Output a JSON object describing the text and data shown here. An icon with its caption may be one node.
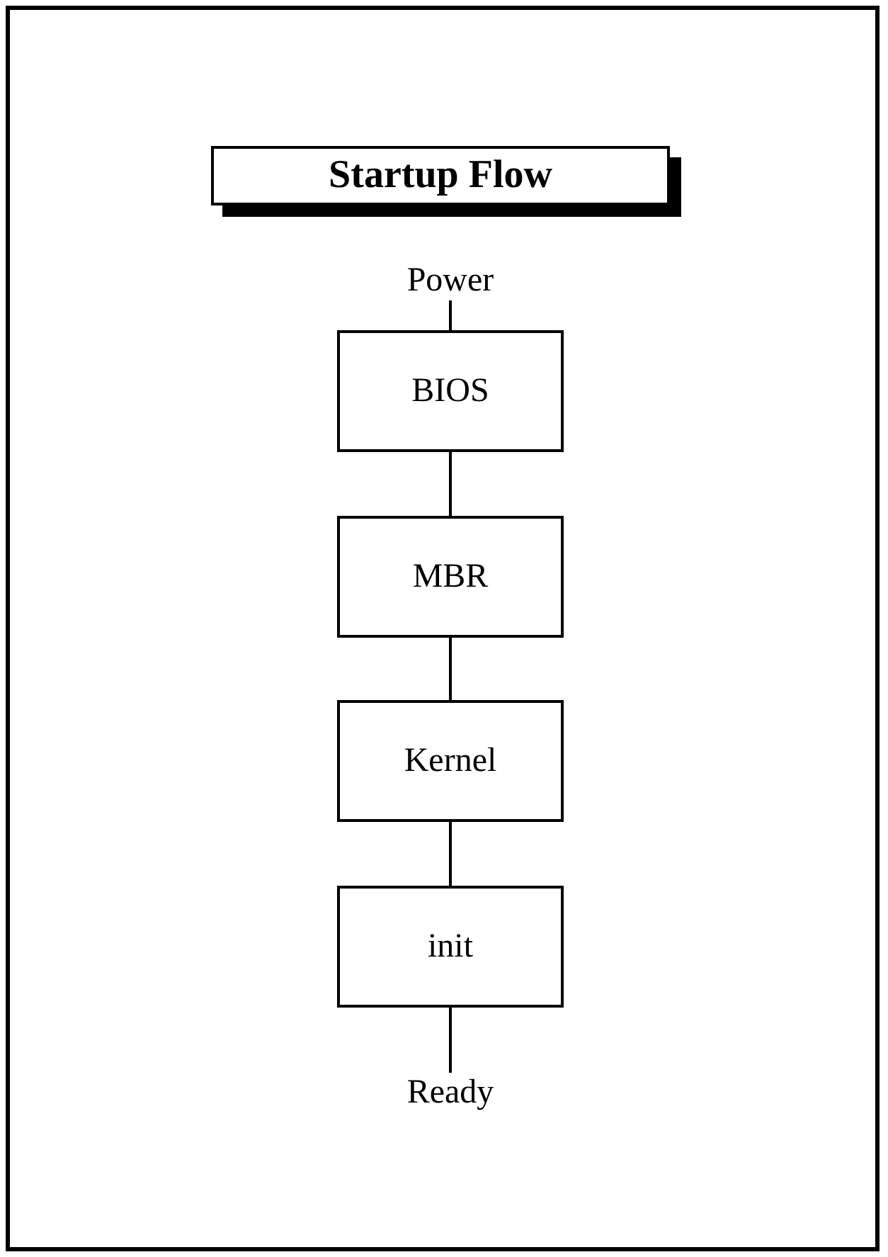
{
  "diagram": {
    "title": "Startup Flow",
    "nodes": [
      {
        "text": [
          "Power"
        ]
      },
      {
        "text": [
          "BIOS"
        ]
      },
      {
        "text": [
          "MBR"
        ]
      },
      {
        "text": [
          "Kernel"
        ]
      },
      {
        "text": [
          "init"
        ]
      },
      {
        "text": [
          "Ready"
        ]
      }
    ],
    "edges": [
      {
        "from": 0,
        "to": 1,
        "arrow": "none"
      },
      {
        "from": 1,
        "to": 2,
        "arrow": "none"
      },
      {
        "from": 2,
        "to": 3,
        "arrow": "none"
      },
      {
        "from": 3,
        "to": 4,
        "arrow": "none"
      },
      {
        "from": 4,
        "to": 5,
        "arrow": "none"
      }
    ]
  }
}
